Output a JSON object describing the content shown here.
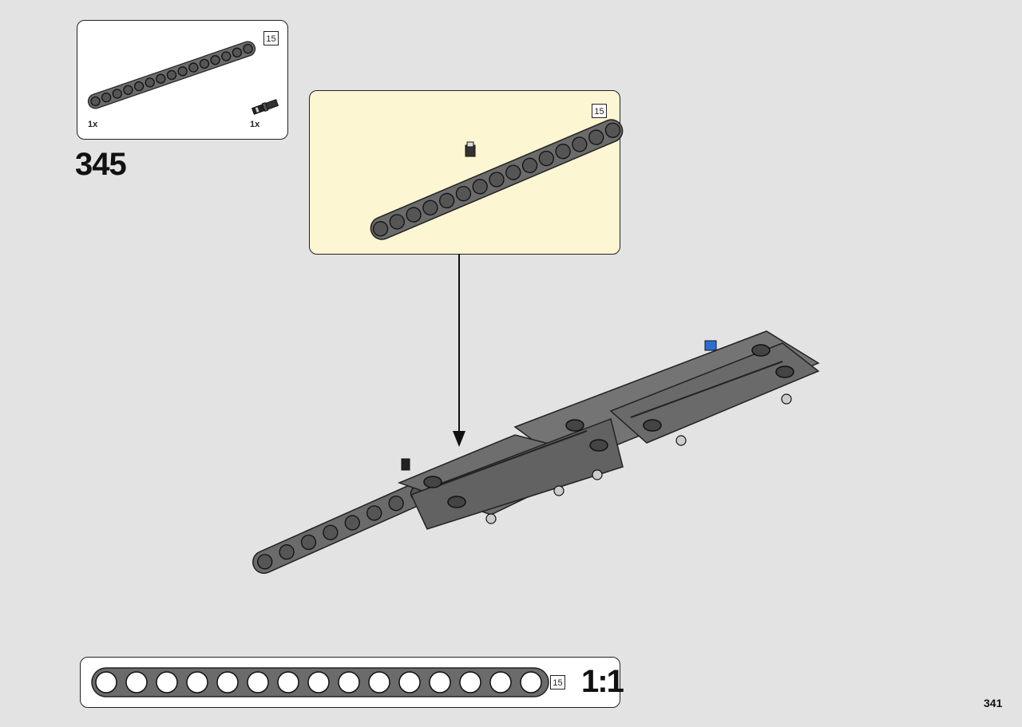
{
  "parts_list": {
    "items": [
      {
        "qty": "1x",
        "part": "technic-beam-15",
        "length": "15",
        "color": "#6b6b6b"
      },
      {
        "qty": "1x",
        "part": "technic-pin-black",
        "color": "#222222"
      }
    ]
  },
  "step": {
    "number": "345"
  },
  "callout": {
    "length_badge": "15",
    "background": "#fdf6d3"
  },
  "scale_guide": {
    "length_badge": "15",
    "scale": "1:1",
    "holes": 15
  },
  "page": {
    "number": "341"
  },
  "colors": {
    "beam_gray": "#6b6b6b",
    "blue_pin": "#2a6fd6",
    "page_bg": "#e3e3e3"
  }
}
